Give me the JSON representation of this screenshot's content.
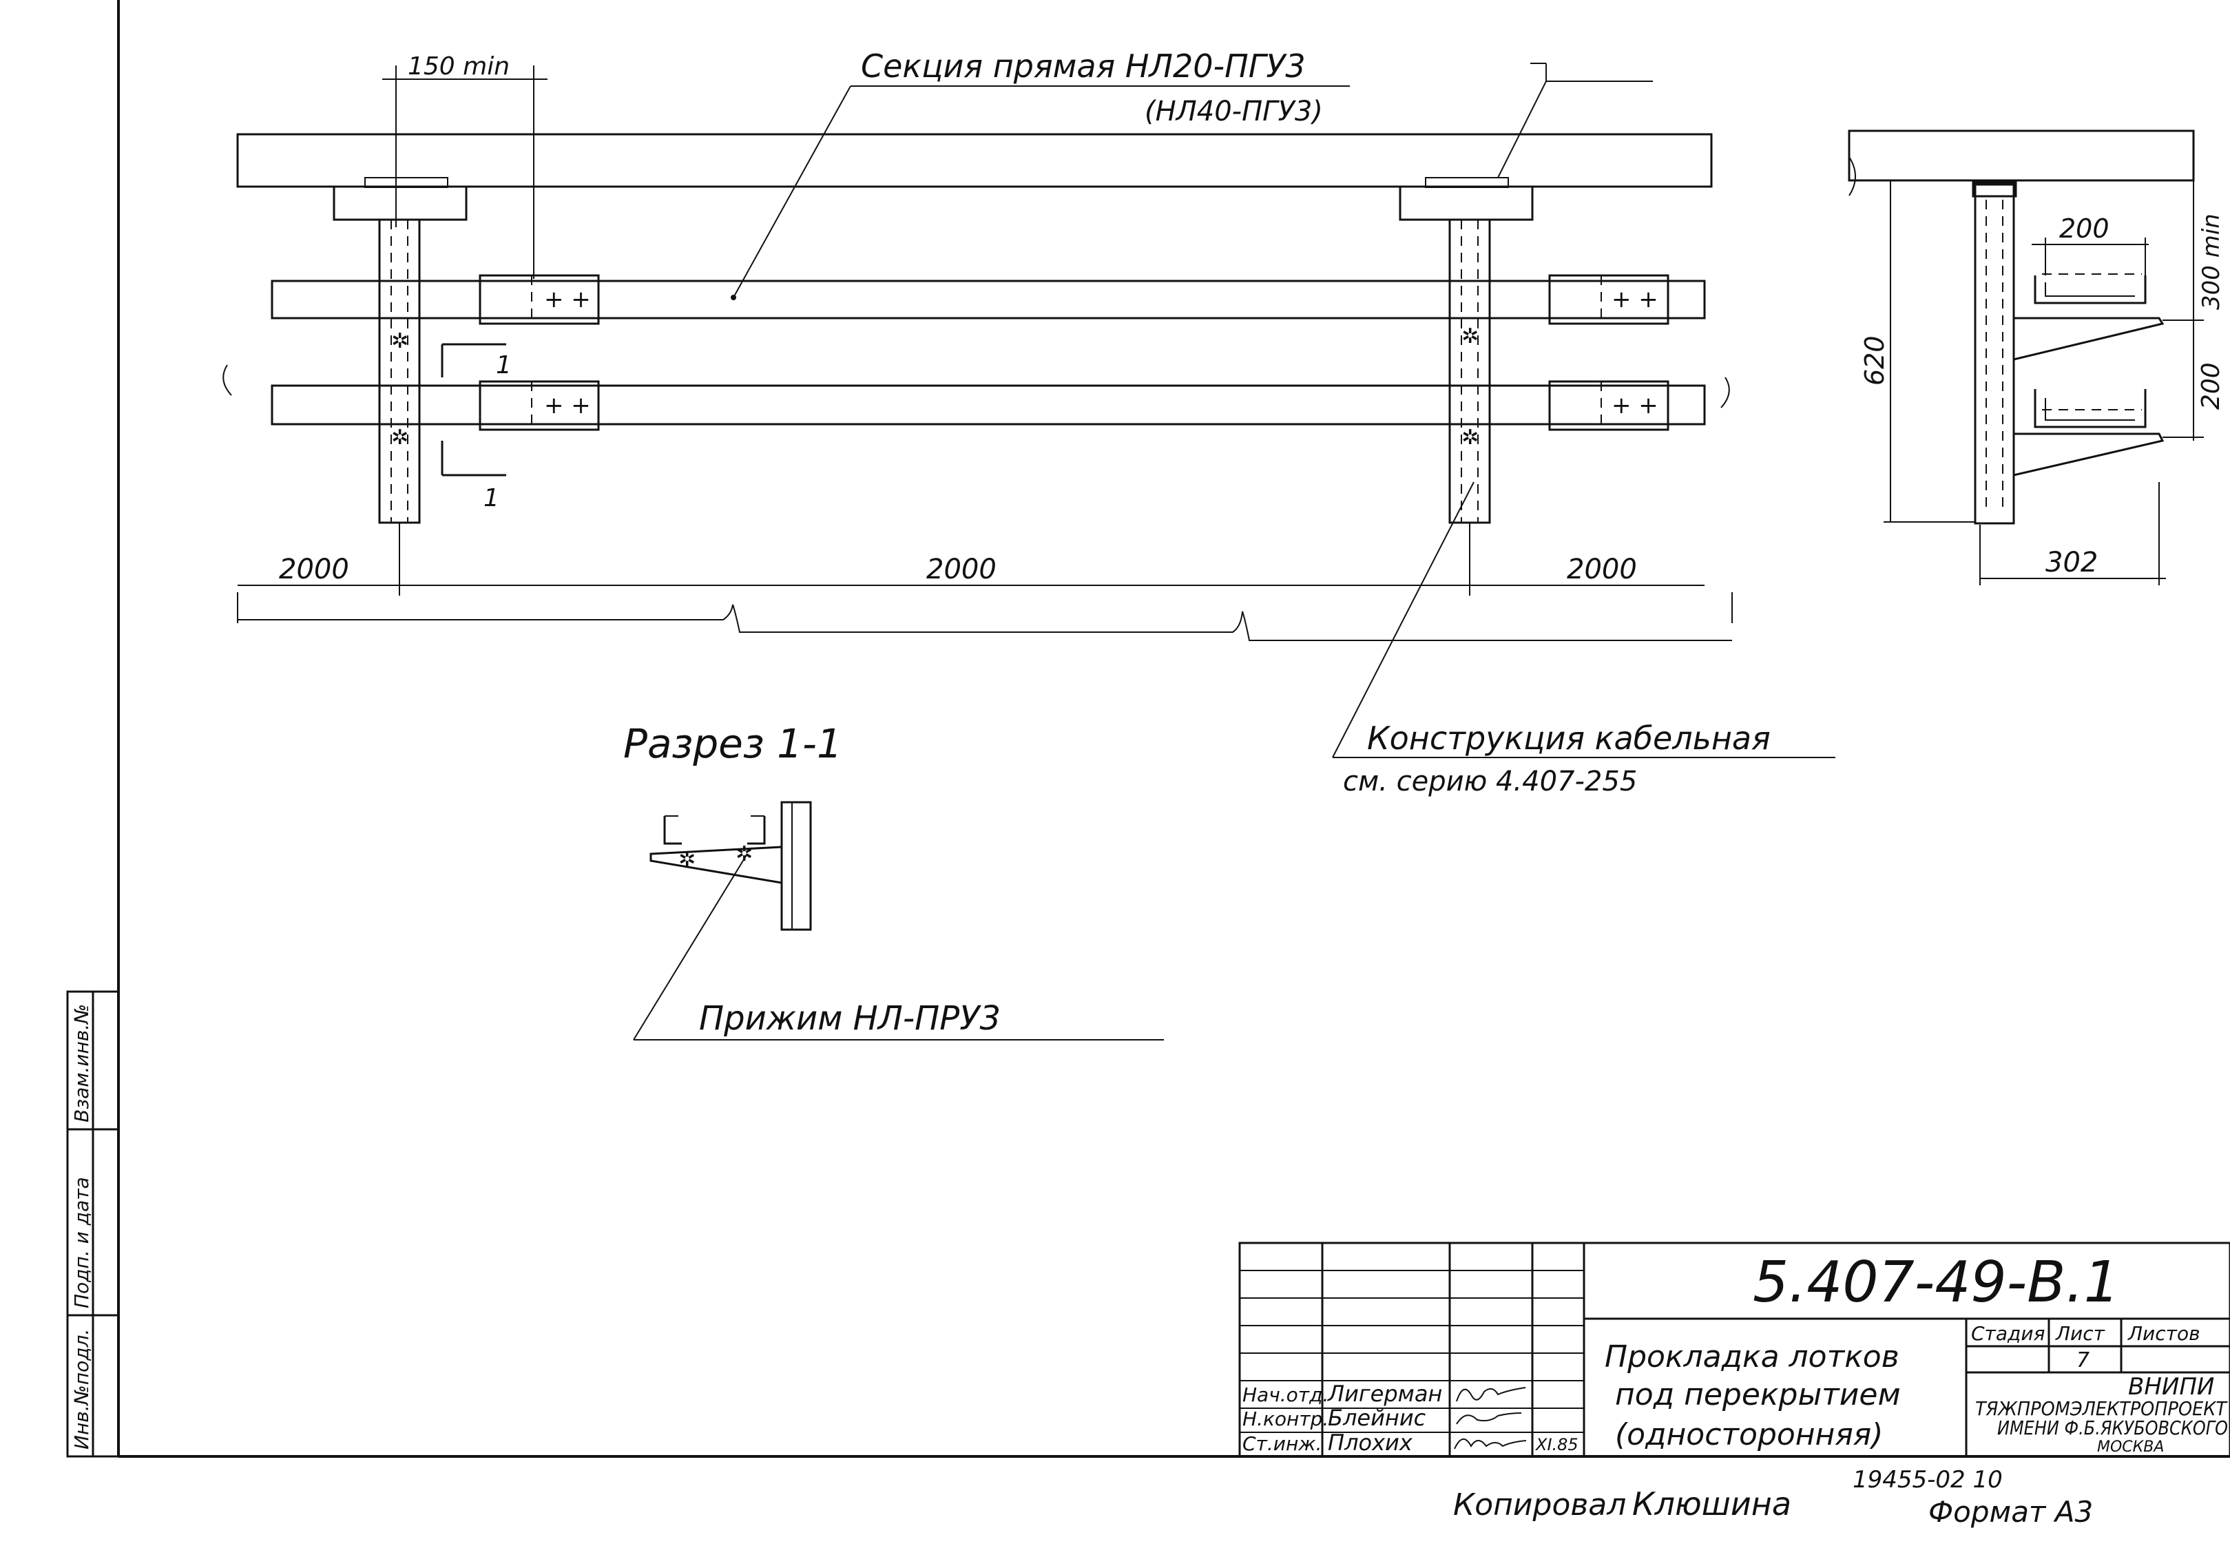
{
  "plan": {
    "section_label_1": "Секция прямая НЛ20-ПГУ3",
    "section_label_2": "(НЛ40-ПГУ3)",
    "min_label": "150 min",
    "dim_left": "2000",
    "dim_mid": "2000",
    "dim_right": "2000",
    "cut_mark": "1",
    "construction_label": "Конструкция кабельная",
    "construction_ref": "см. серию 4.407-255"
  },
  "side_view": {
    "dim_200_top": "200",
    "dim_300min": "300 min",
    "dim_200_side": "200",
    "dim_620": "620",
    "dim_302": "302"
  },
  "section_view": {
    "title": "Разрез 1-1",
    "clamp_label": "Прижим НЛ-ПРУ3"
  },
  "side_stamp": {
    "cell_1": "Взам.инв.№",
    "cell_2": "Подп. и дата",
    "cell_3": "Инв.№подл."
  },
  "title_block": {
    "doc_code": "5.407-49-В.1",
    "description_1": "Прокладка лотков",
    "description_2": "под перекрытием",
    "description_3": "(односторонняя)",
    "stage_header": "Стадия",
    "sheet_header": "Лист",
    "sheets_header": "Листов",
    "sheet_number": "7",
    "org_1": "ВНИПИ",
    "org_2": "ТЯЖПРОМЭЛЕКТРОПРОЕКТ",
    "org_3": "ИМЕНИ Ф.Б.ЯКУБОВСКОГО",
    "org_4": "МОСКВА",
    "role_1": "Нач.отд.",
    "name_1": "Лигерман",
    "role_2": "Н.контр.",
    "name_2": "Блейнис",
    "role_3": "Ст.инж.",
    "name_3": "Плохих",
    "date": "XI.85"
  },
  "footer": {
    "copied_by": "Копировал",
    "copier_name": "Клюшина",
    "archive_number": "19455-02  10",
    "format": "Формат А3"
  }
}
